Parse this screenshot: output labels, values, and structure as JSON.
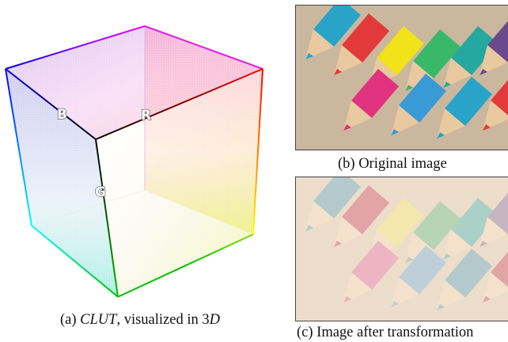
{
  "figure": {
    "panel_a": {
      "caption_prefix": "(a) ",
      "caption_term": "CLUT",
      "caption_middle": ", visualized in 3",
      "caption_dim": "D",
      "axis_labels": {
        "b": "B",
        "r": "R",
        "g": "G"
      }
    },
    "panel_b": {
      "caption": "(b) Original image"
    },
    "panel_c": {
      "caption": "(c) Image after transformation"
    }
  },
  "colors": {
    "cube_edges": {
      "black": "#000000",
      "red": "#ff0000",
      "green": "#00c000",
      "blue": "#0000ff",
      "magenta": "#ff00ff",
      "yellow": "#ffff00",
      "cyan": "#00ffff"
    },
    "pencils_original": [
      "#2aa3c9",
      "#e23a3a",
      "#f2e21a",
      "#3ab86a",
      "#25a8a0",
      "#6a4a8c",
      "#e0327e",
      "#3a9ad6"
    ],
    "pencils_transformed": [
      "#9bbcc4",
      "#d98a8f",
      "#efe39a",
      "#9fcba1",
      "#8fc4bc",
      "#b5a1b5",
      "#e7a0b6",
      "#a8c3d6"
    ]
  }
}
